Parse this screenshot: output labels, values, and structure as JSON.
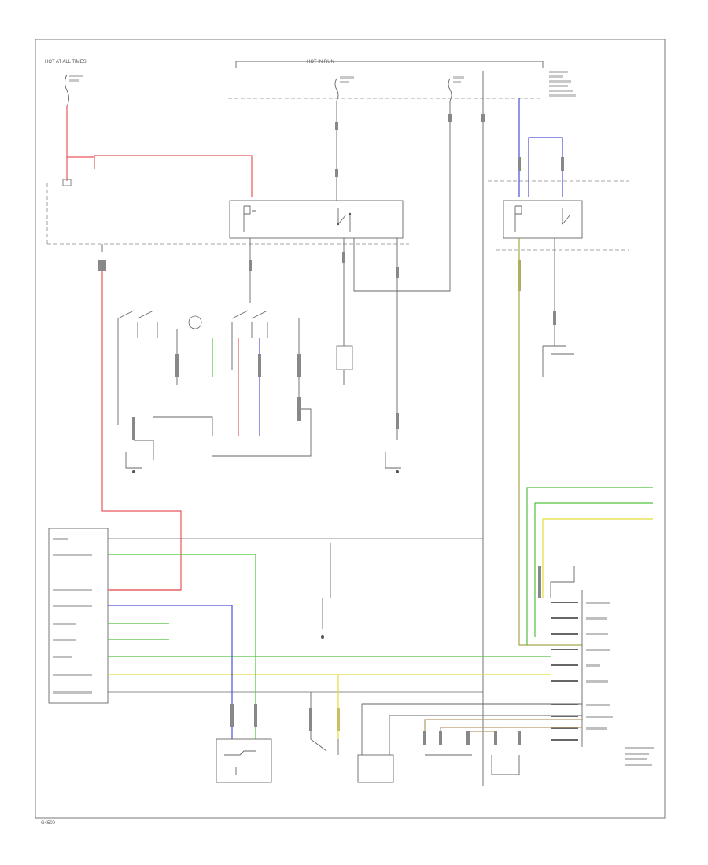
{
  "colors": {
    "red": "#e6585b",
    "green": "#4fc23c",
    "blue": "#4a4fd8",
    "yellow": "#e2dc3a",
    "olive": "#a3a84a",
    "tan": "#b89a6a",
    "wire": "#666666"
  },
  "diagram": {
    "hot_at_all_times": "HOT AT ALL TIMES",
    "hot_in_run": "HOT IN RUN",
    "figure_code": "G4500"
  }
}
